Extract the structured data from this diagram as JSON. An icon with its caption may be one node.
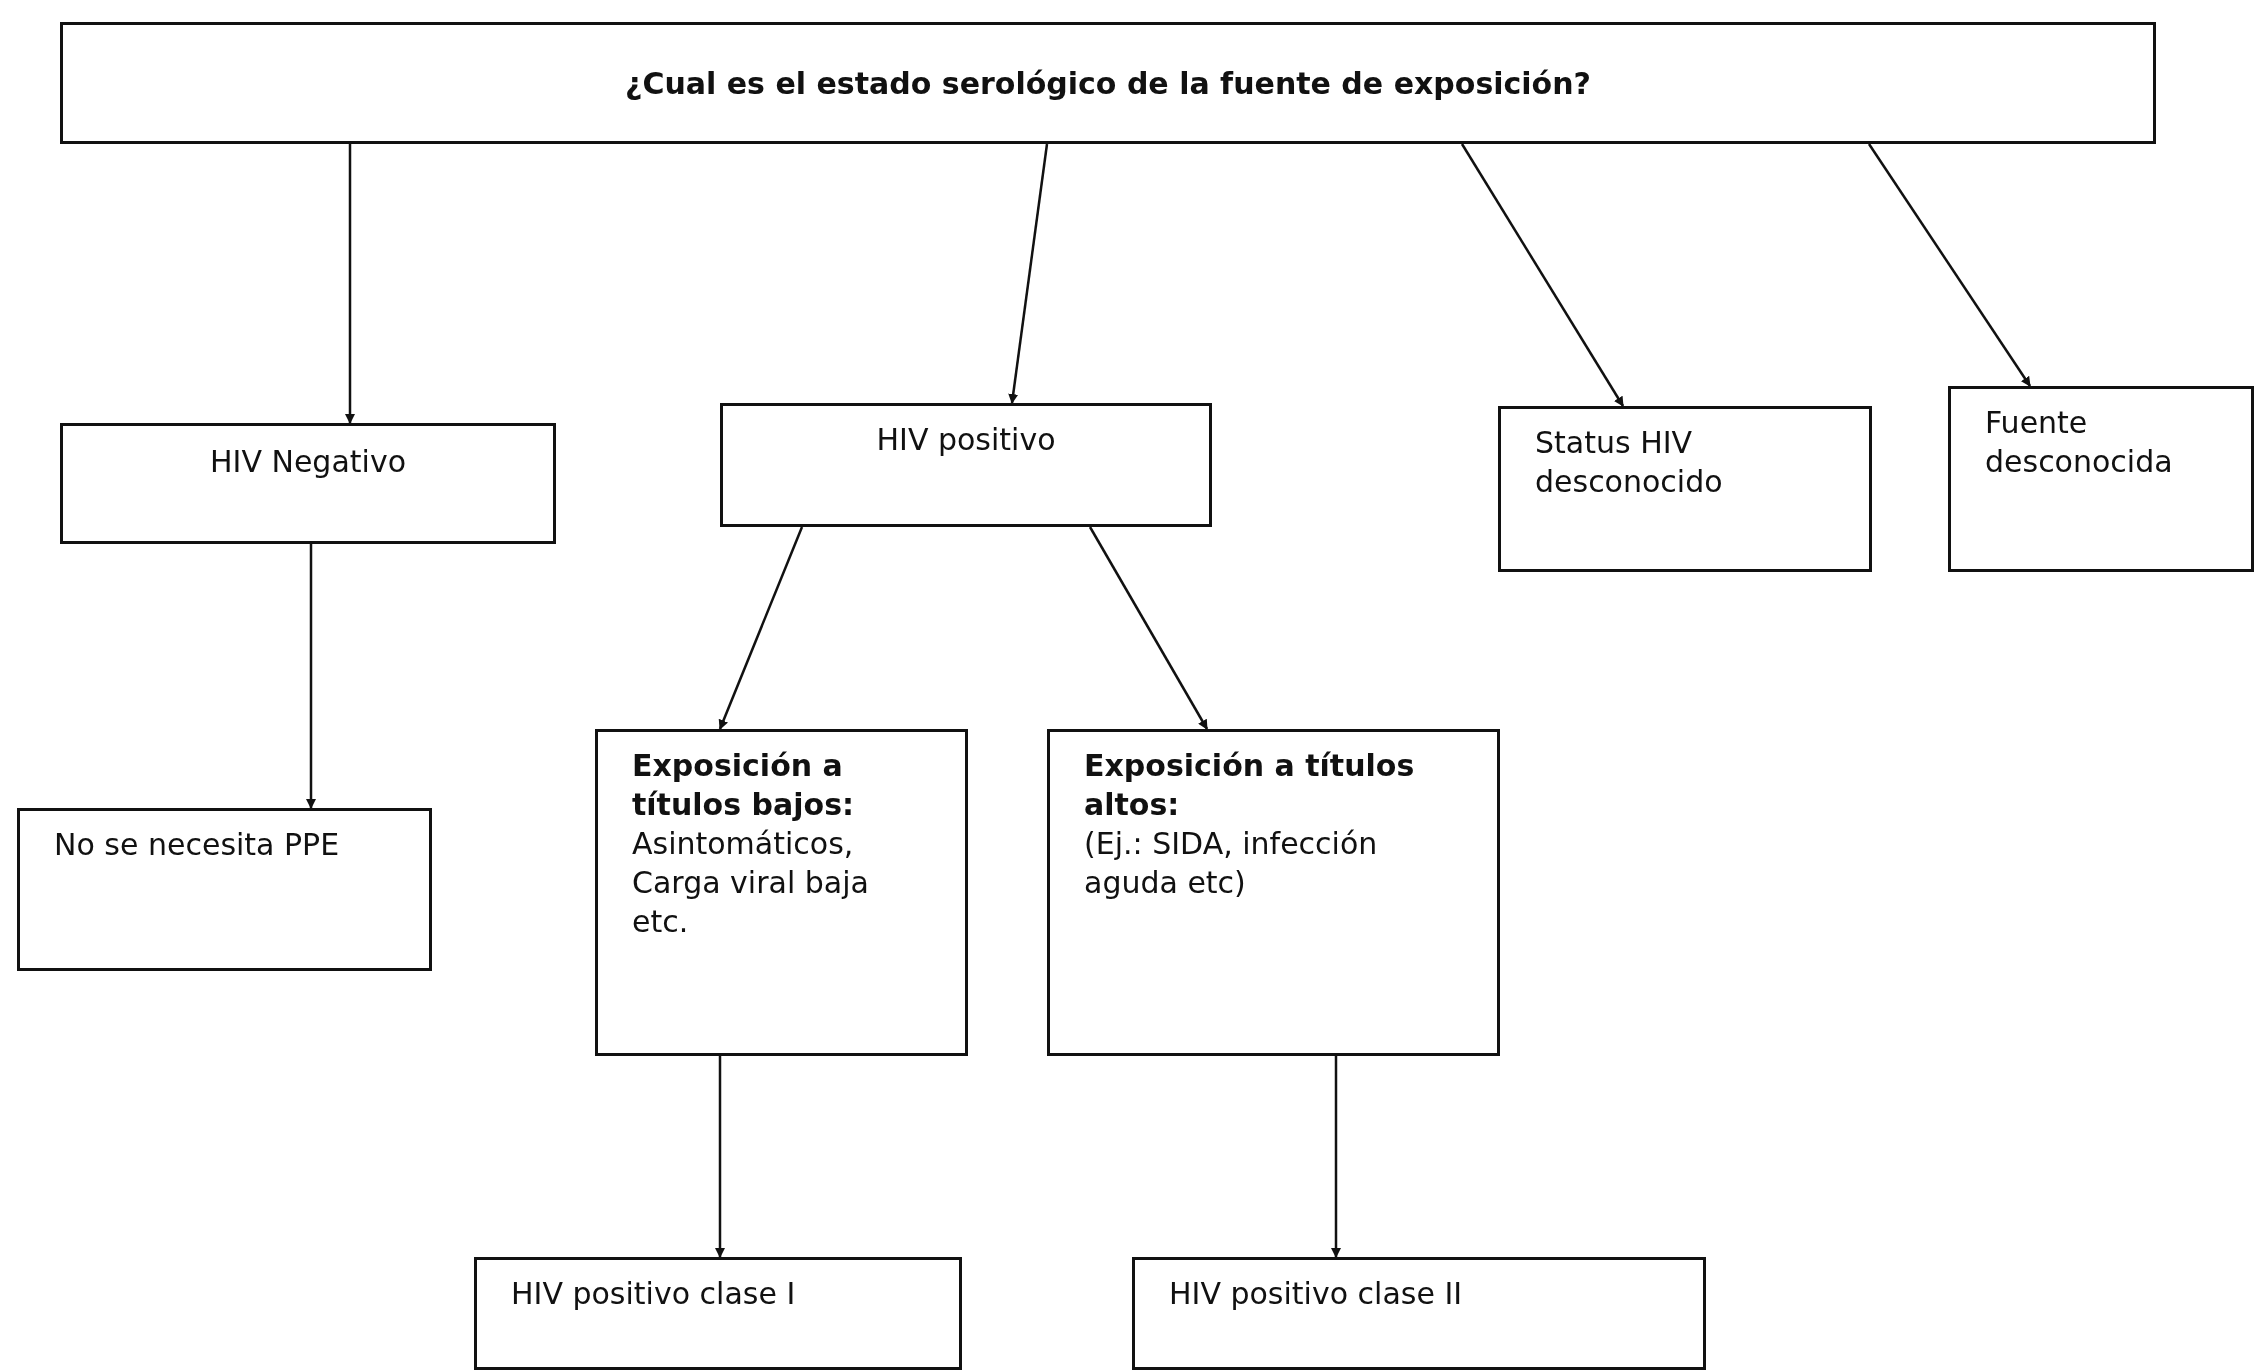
{
  "diagram": {
    "nodes": [
      {
        "text": [
          "¿Cual es el estado serológico de la fuente de exposición?"
        ]
      },
      {
        "text": [
          "HIV Negativo"
        ]
      },
      {
        "text": [
          "HIV positivo"
        ]
      },
      {
        "text": [
          "Status HIV desconocido"
        ]
      },
      {
        "text": [
          "Fuente desconocida"
        ]
      },
      {
        "text": [
          "No se necesita PPE"
        ]
      },
      {
        "text": [
          "Exposición a títulos bajos:",
          "Asintomáticos, Carga viral baja etc."
        ]
      },
      {
        "text": [
          "Exposición a títulos altos:",
          "(Ej.: SIDA, infección aguda etc)"
        ]
      },
      {
        "text": [
          "HIV positivo clase I"
        ]
      },
      {
        "text": [
          "HIV positivo clase II"
        ]
      }
    ],
    "edges": [
      {
        "from": 0,
        "to": 1,
        "arrow": "to"
      },
      {
        "from": 0,
        "to": 2,
        "arrow": "to"
      },
      {
        "from": 0,
        "to": 3,
        "arrow": "to"
      },
      {
        "from": 0,
        "to": 4,
        "arrow": "to"
      },
      {
        "from": 1,
        "to": 5,
        "arrow": "to"
      },
      {
        "from": 2,
        "to": 6,
        "arrow": "to"
      },
      {
        "from": 2,
        "to": 7,
        "arrow": "to"
      },
      {
        "from": 6,
        "to": 8,
        "arrow": "to"
      },
      {
        "from": 7,
        "to": 9,
        "arrow": "to"
      }
    ]
  }
}
